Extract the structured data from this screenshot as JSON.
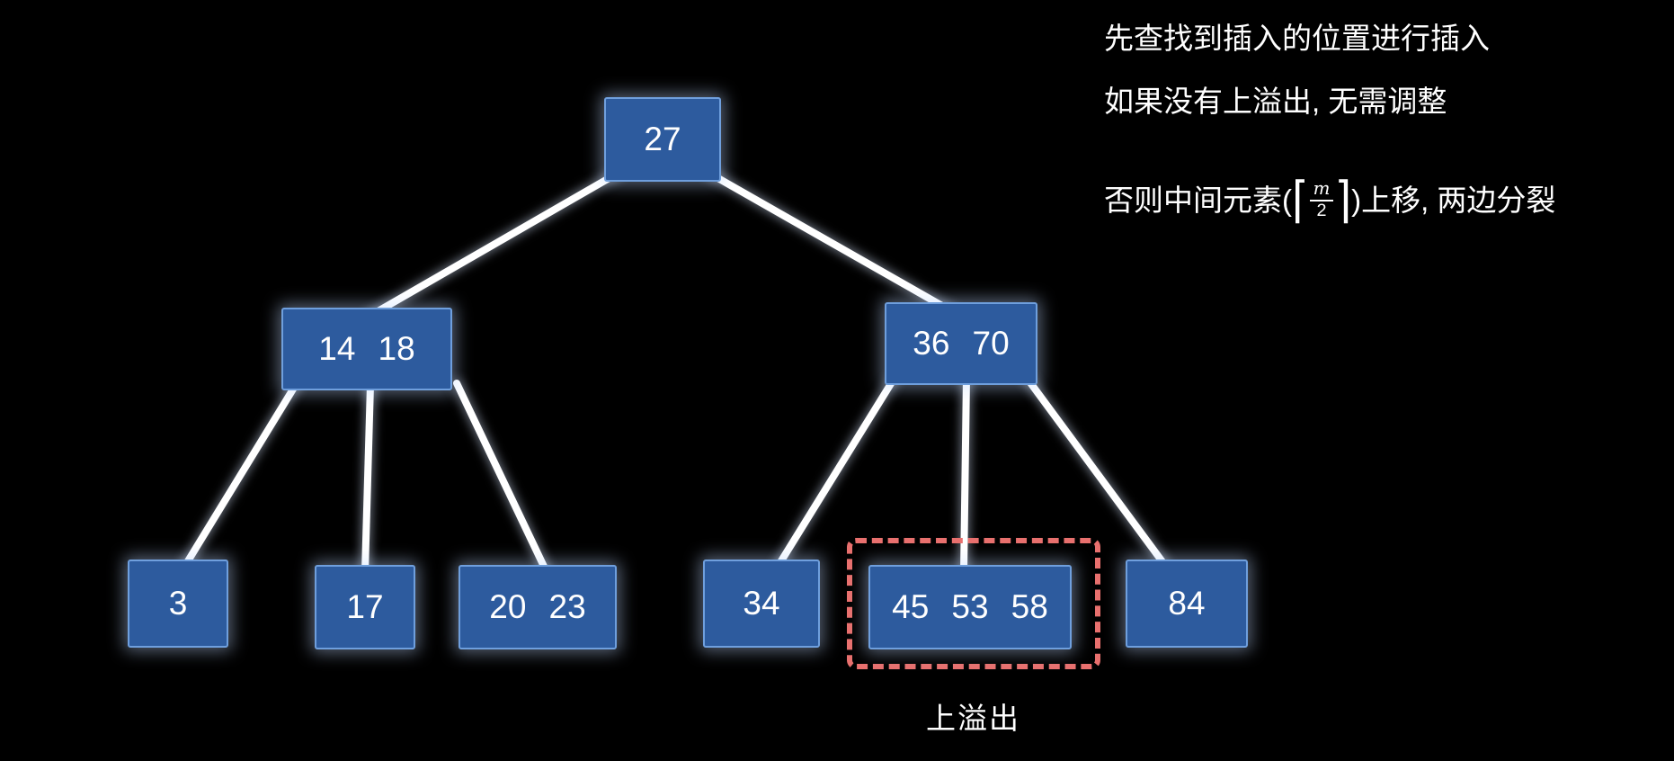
{
  "colors": {
    "background": "#000000",
    "node_fill": "#2d5b9e",
    "node_border": "#6f9fdd",
    "node_text": "#ffffff",
    "edge": "#ffffff",
    "overflow_highlight": "#e8706e",
    "annotation_text": "#ffffff"
  },
  "tree": {
    "root": {
      "label": "27"
    },
    "internal": [
      {
        "label": "14 18"
      },
      {
        "label": "36 70"
      }
    ],
    "leaves": [
      {
        "label": "3"
      },
      {
        "label": "17"
      },
      {
        "label": "20 23"
      },
      {
        "label": "34"
      },
      {
        "label": "45 53 58"
      },
      {
        "label": "84"
      }
    ],
    "overflow_label": "上溢出"
  },
  "annotation": {
    "lines": [
      "先查找到插入的位置进行插入",
      "如果没有上溢出, 无需调整"
    ],
    "line3": {
      "prefix": "否则中间元素(",
      "ceil_left": "⌈",
      "frac_numerator": "m",
      "frac_denominator": "2",
      "ceil_right": "⌉",
      "suffix": ")上移, 两边分裂"
    }
  }
}
